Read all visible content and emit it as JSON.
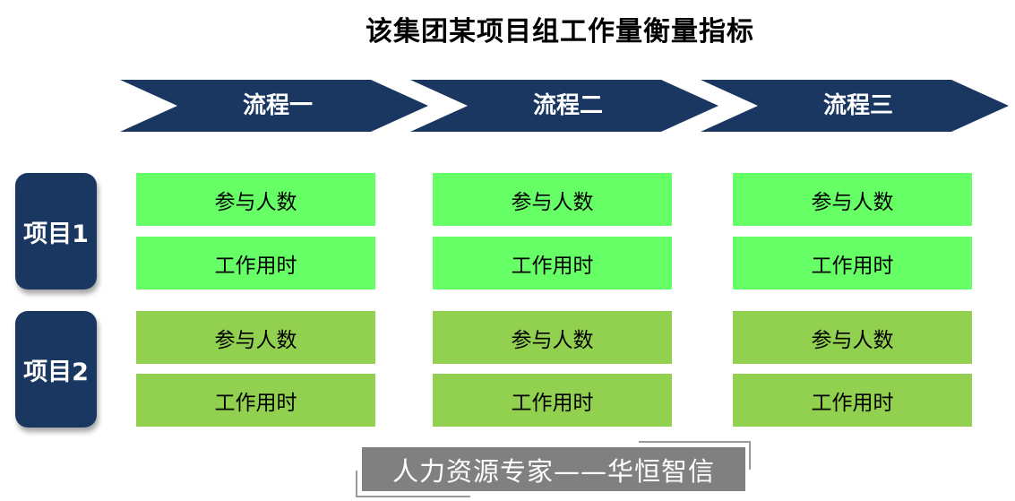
{
  "title": "该集团某项目组工作量衡量指标",
  "colors": {
    "chevron": "#193760",
    "project_label": "#193760",
    "project1_cell": "#66ff66",
    "project2_cell": "#92d050",
    "footer_bg": "#808080"
  },
  "processes": [
    {
      "label": "流程一"
    },
    {
      "label": "流程二"
    },
    {
      "label": "流程三"
    }
  ],
  "projects": [
    {
      "label": "项目1",
      "metrics": [
        [
          "参与人数",
          "参与人数",
          "参与人数"
        ],
        [
          "工作用时",
          "工作用时",
          "工作用时"
        ]
      ]
    },
    {
      "label": "项目2",
      "metrics": [
        [
          "参与人数",
          "参与人数",
          "参与人数"
        ],
        [
          "工作用时",
          "工作用时",
          "工作用时"
        ]
      ]
    }
  ],
  "footer": {
    "text": "人力资源专家——华恒智信"
  }
}
